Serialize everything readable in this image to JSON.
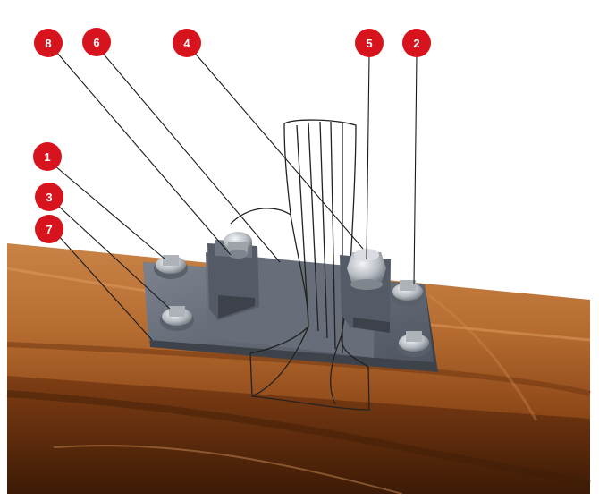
{
  "colors": {
    "callout_fill": "#d7141d",
    "callout_text": "#ffffff",
    "leader_line": "#1a1a1a",
    "wood_light": "#c9824a",
    "wood_mid": "#a8612c",
    "wood_dark": "#5e2d0c",
    "plate": "#5e6470",
    "plate_top": "#7a808c",
    "rail_outline": "#222222",
    "bolt_metal": "#c8ccd2"
  },
  "callouts": [
    {
      "id": "8",
      "label": "8"
    },
    {
      "id": "6",
      "label": "6"
    },
    {
      "id": "4",
      "label": "4"
    },
    {
      "id": "5",
      "label": "5"
    },
    {
      "id": "2",
      "label": "2"
    },
    {
      "id": "1",
      "label": "1"
    },
    {
      "id": "3",
      "label": "3"
    },
    {
      "id": "7",
      "label": "7"
    }
  ]
}
